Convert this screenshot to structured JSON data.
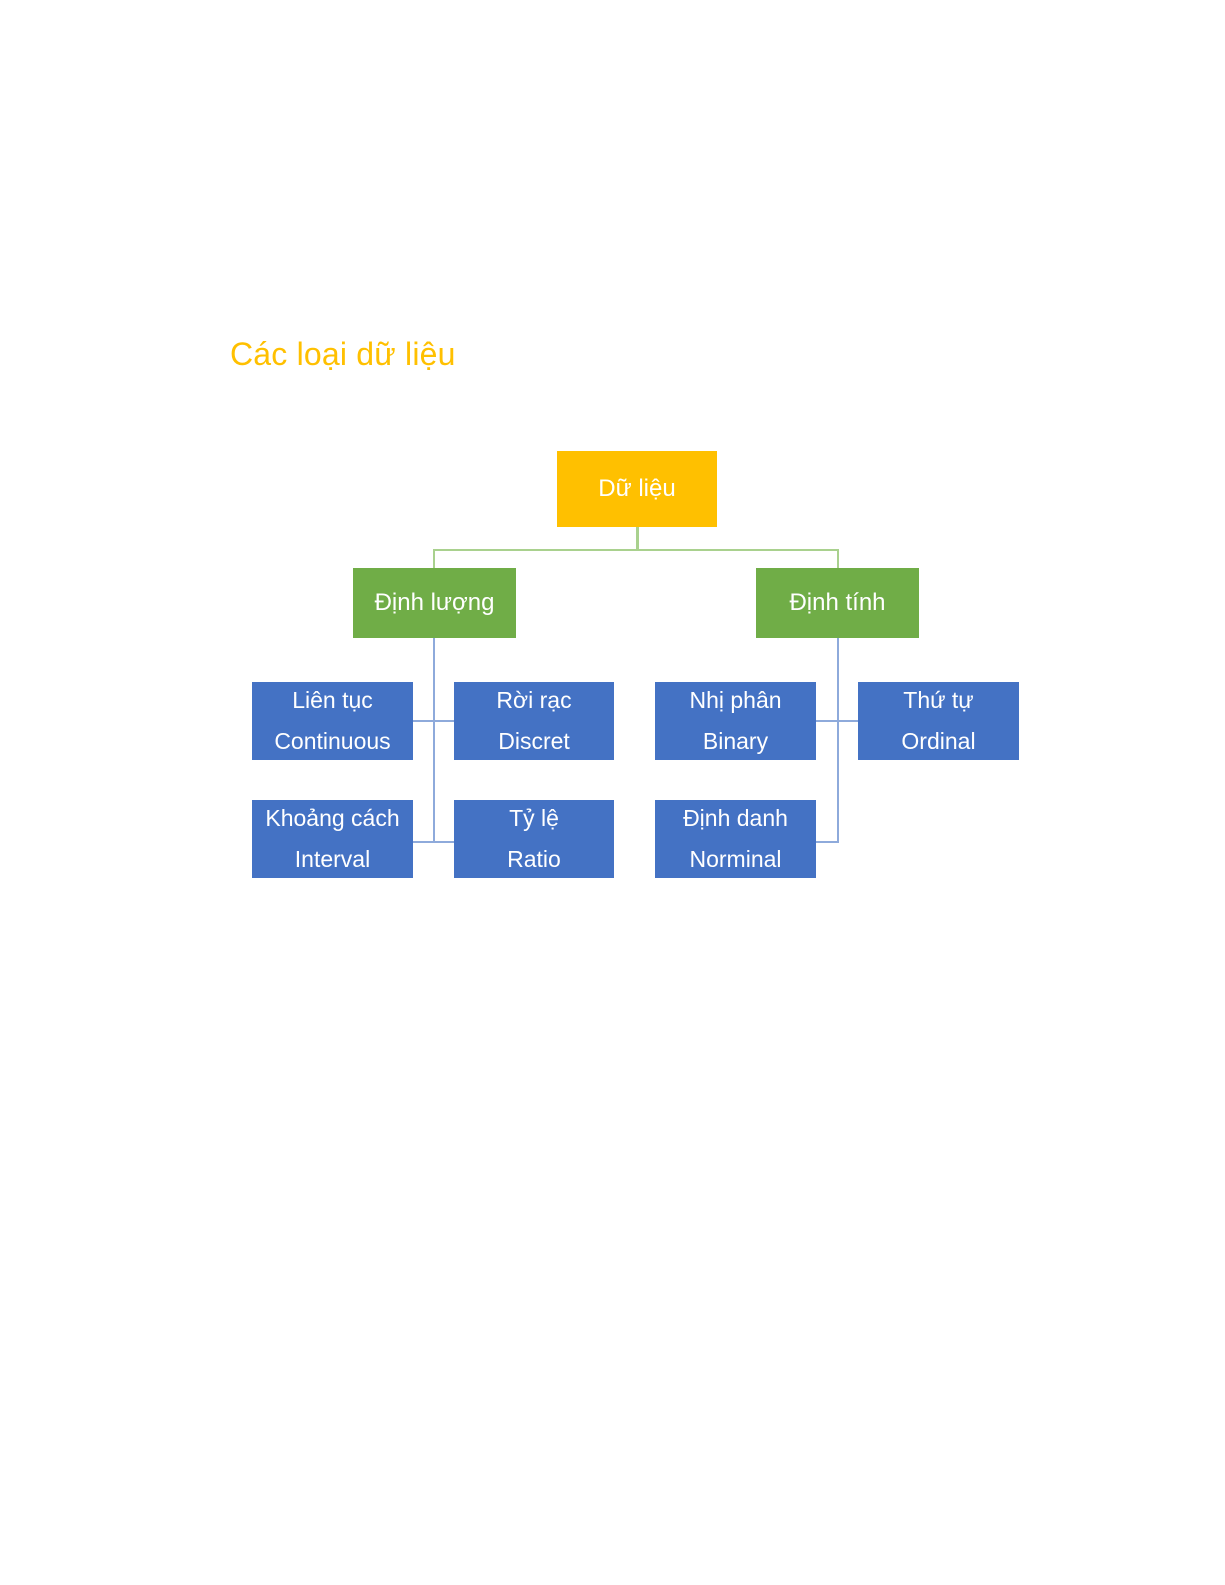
{
  "title": "Các loại dữ liệu",
  "colors": {
    "title": "#FFC000",
    "root_fill": "#FFC000",
    "branch_fill": "#70AD47",
    "leaf_fill": "#4472C4",
    "connector_green": "#A9D18E",
    "connector_blue": "#8EAADB",
    "node_text": "#FFFFFF",
    "background": "#FFFFFF"
  },
  "chart_data": {
    "type": "diagram",
    "title": "Các loại dữ liệu",
    "structure": "tree",
    "root": {
      "label": "Dữ liệu",
      "level": 0,
      "fill": "#FFC000"
    },
    "branches": [
      {
        "label": "Định lượng",
        "level": 1,
        "fill": "#70AD47",
        "children": [
          {
            "vi": "Liên tục",
            "en": "Continuous"
          },
          {
            "vi": "Rời rạc",
            "en": "Discret"
          },
          {
            "vi": "Khoảng cách",
            "en": "Interval"
          },
          {
            "vi": "Tỷ lệ",
            "en": "Ratio"
          }
        ]
      },
      {
        "label": "Định tính",
        "level": 1,
        "fill": "#70AD47",
        "children": [
          {
            "vi": "Nhị phân",
            "en": "Binary"
          },
          {
            "vi": "Thứ tự",
            "en": "Ordinal"
          },
          {
            "vi": "Định danh",
            "en": "Norminal"
          }
        ]
      }
    ]
  },
  "diagram": {
    "root": {
      "label": "Dữ liệu"
    },
    "branch_left": {
      "label": "Định lượng"
    },
    "branch_right": {
      "label": "Định tính"
    },
    "leaves": {
      "continuous": {
        "vi": "Liên tục",
        "en": "Continuous"
      },
      "discret": {
        "vi": "Rời rạc",
        "en": "Discret"
      },
      "interval": {
        "vi": "Khoảng cách",
        "en": "Interval"
      },
      "ratio": {
        "vi": "Tỷ lệ",
        "en": "Ratio"
      },
      "binary": {
        "vi": "Nhị phân",
        "en": "Binary"
      },
      "ordinal": {
        "vi": "Thứ tự",
        "en": "Ordinal"
      },
      "norminal": {
        "vi": "Định danh",
        "en": "Norminal"
      }
    }
  }
}
